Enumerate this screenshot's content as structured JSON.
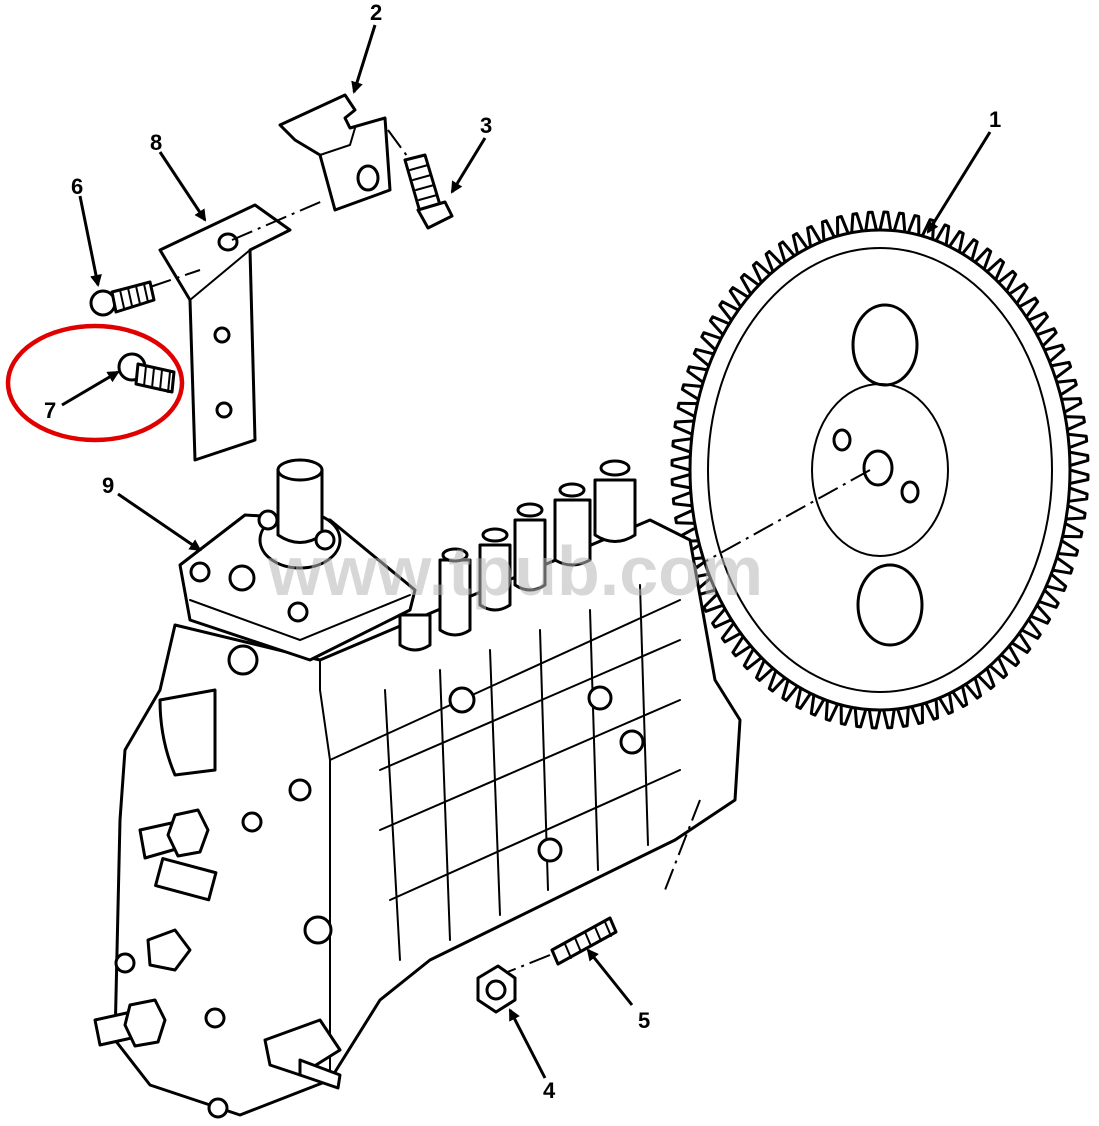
{
  "callouts": {
    "c1": "1",
    "c2": "2",
    "c3": "3",
    "c4": "4",
    "c5": "5",
    "c6": "6",
    "c7": "7",
    "c8": "8",
    "c9": "9"
  },
  "watermark": "www.tpub.com",
  "highlight": {
    "target_callout": "7",
    "color": "#e00000"
  }
}
